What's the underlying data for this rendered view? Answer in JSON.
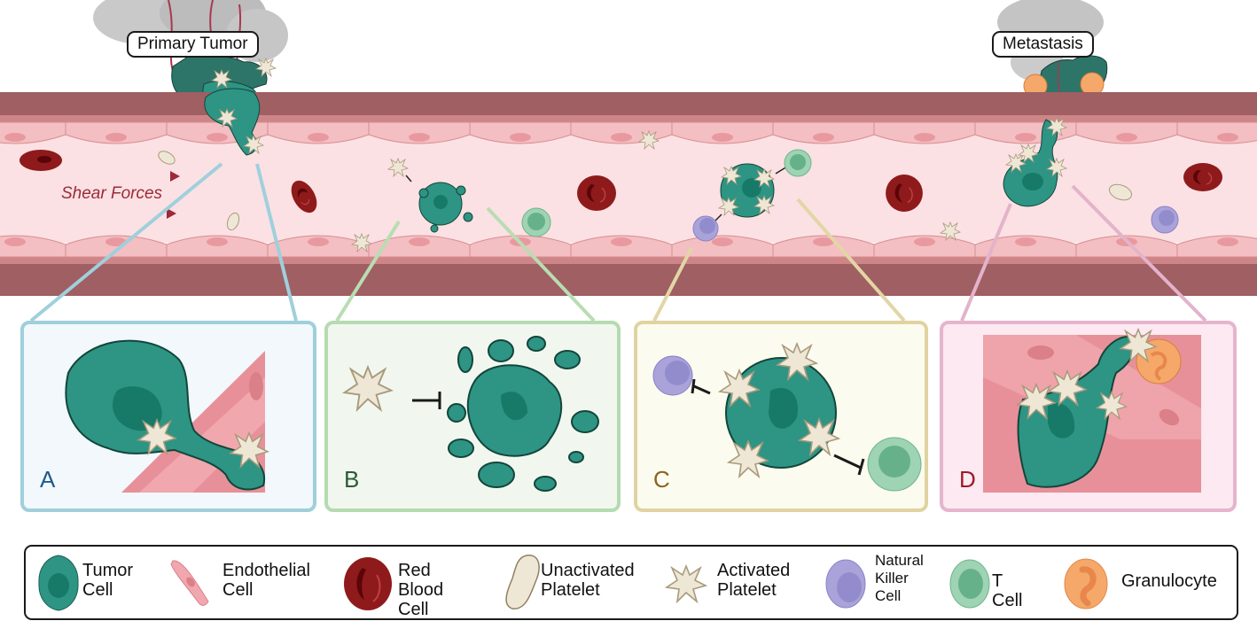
{
  "labels": {
    "primary_tumor": "Primary Tumor",
    "metastasis": "Metastasis",
    "shear_forces": "Shear Forces"
  },
  "panels": [
    {
      "letter": "A",
      "color": "#1f5a8c",
      "border": "#9fcfdb",
      "bg": "#f2f8fb",
      "connector": "#9fd0dc"
    },
    {
      "letter": "B",
      "color": "#2e5a36",
      "border": "#b5dbb0",
      "bg": "#f1f7ef",
      "connector": "#b9ddb3"
    },
    {
      "letter": "C",
      "color": "#8a6420",
      "border": "#e0d3a0",
      "bg": "#fcfbef",
      "connector": "#e2d6a6"
    },
    {
      "letter": "D",
      "color": "#9a1b2a",
      "border": "#e6b4cd",
      "bg": "#fce9f1",
      "connector": "#e3b3cb"
    }
  ],
  "legend": {
    "items": [
      {
        "icon": "tumor-cell-icon",
        "label": "Tumor\nCell"
      },
      {
        "icon": "endothelial-cell-icon",
        "label": "Endothelial\nCell"
      },
      {
        "icon": "red-blood-cell-icon",
        "label": "Red Blood\nCell"
      },
      {
        "icon": "unactivated-platelet-icon",
        "label": "Unactivated\nPlatelet"
      },
      {
        "icon": "activated-platelet-icon",
        "label": "Activated\nPlatelet"
      },
      {
        "icon": "natural-killer-cell-icon",
        "label": "Natural\nKiller\nCell"
      },
      {
        "icon": "t-cell-icon",
        "label": "T Cell"
      },
      {
        "icon": "granulocyte-icon",
        "label": "Granulocyte"
      }
    ]
  },
  "colors": {
    "vessel_wall_outer": "#a05f62",
    "vessel_wall_inner": "#cd8587",
    "endothelium": "#f3bfc2",
    "lumen": "#fbe1e3",
    "tumor": "#2e9484",
    "tumor_nucleus": "#177a68",
    "tumor_outline": "#12463b",
    "rbc": "#8e1a1c",
    "platelet": "#efe7d6",
    "nk": "#a9a3da",
    "tcell": "#9ed3b3",
    "granulocyte": "#f5a869"
  }
}
